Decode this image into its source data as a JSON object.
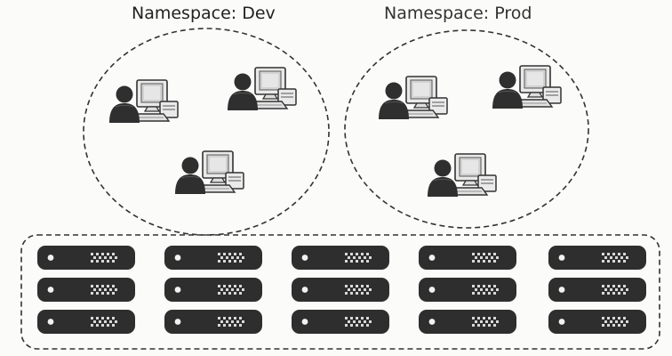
{
  "namespaces": [
    {
      "label": "Namespace: Dev",
      "users": 3
    },
    {
      "label": "Namespace: Prod",
      "users": 3
    }
  ],
  "server_pool": {
    "columns": 5,
    "rows": 3
  },
  "icons": {
    "user": "user-workstation-icon",
    "server": "server-rack-icon"
  },
  "colors": {
    "outline": "#333333",
    "server_body": "#2e2e2e",
    "background": "#fbfbf9"
  }
}
